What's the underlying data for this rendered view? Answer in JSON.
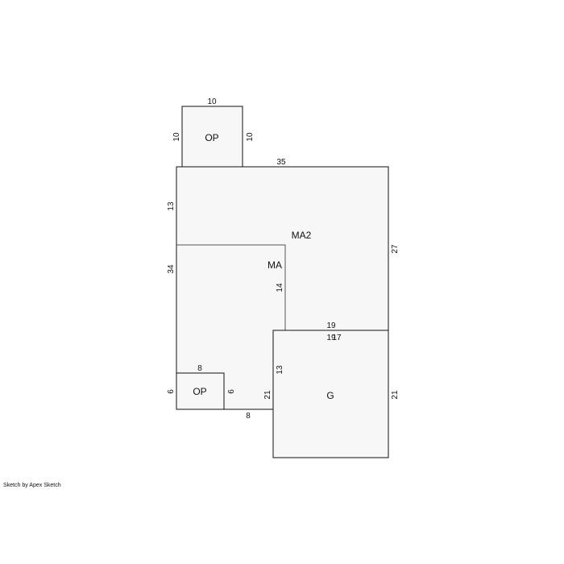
{
  "footer": "Sketch by Apex Sketch",
  "areas": {
    "op_top": "OP",
    "ma2": "MA2",
    "ma": "MA",
    "garage": "G",
    "op_bottom": "OP"
  },
  "dimensions": {
    "op_top_width": "10",
    "op_top_left": "10",
    "op_top_right": "10",
    "ma2_top": "35",
    "ma2_left_upper": "13",
    "ma2_right": "27",
    "ma_left": "34",
    "ma_inner_right": "14",
    "garage_top_a": "19",
    "garage_top_b": "19",
    "garage_top_c": "17",
    "garage_left_upper": "13",
    "garage_left_lower": "21",
    "garage_right": "21",
    "op_bottom_top": "8",
    "op_bottom_left": "6",
    "op_bottom_right": "6",
    "bottom_span": "8"
  }
}
